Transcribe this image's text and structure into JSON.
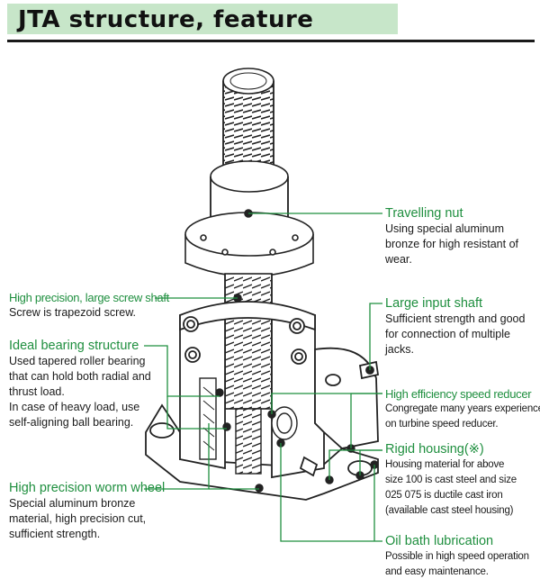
{
  "title": "JTA structure, feature",
  "labels": {
    "travelling_nut": {
      "heading": "Travelling nut",
      "lines": [
        "Using special aluminum",
        "bronze for high resistant of",
        "wear."
      ]
    },
    "screw_shaft": {
      "heading": "High precision, large screw shaft",
      "lines": [
        "Screw is trapezoid screw."
      ]
    },
    "bearing": {
      "heading": "Ideal bearing structure",
      "lines": [
        "Used tapered roller bearing",
        "that can hold both radial and",
        "thrust load.",
        "In case of heavy load, use",
        "self-aligning ball bearing."
      ]
    },
    "worm_wheel": {
      "heading": "High precision worm wheel",
      "lines": [
        "Special aluminum bronze",
        "material, high precision cut,",
        "sufficient strength."
      ]
    },
    "input_shaft": {
      "heading": "Large input shaft",
      "lines": [
        "Sufficient strength and good",
        "for connection of multiple",
        "jacks."
      ]
    },
    "speed_reducer": {
      "heading": "High efficiency speed reducer",
      "lines": [
        "Congregate many years experience",
        "on turbine speed reducer."
      ]
    },
    "housing": {
      "heading": "Rigid housing(※)",
      "lines": [
        "Housing material for above",
        "size 100 is cast steel and size",
        "025 075 is ductile cast iron",
        "(available cast steel housing)"
      ]
    },
    "oil_bath": {
      "heading": "Oil bath lubrication",
      "lines": [
        "Possible in high speed operation",
        "and easy maintenance."
      ]
    }
  },
  "colors": {
    "accent": "#1f8f3f",
    "title_bg": "#c7e6c9",
    "leader": "#1f8f3f"
  }
}
